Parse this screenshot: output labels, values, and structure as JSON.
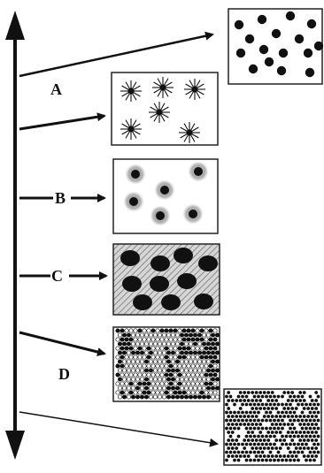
{
  "stage_labels": [
    "A",
    "B",
    "C",
    "D"
  ],
  "colors": {
    "ink": "#111111",
    "background": "#ffffff",
    "hatch": "#888888",
    "halo": "#9a9a9a"
  }
}
